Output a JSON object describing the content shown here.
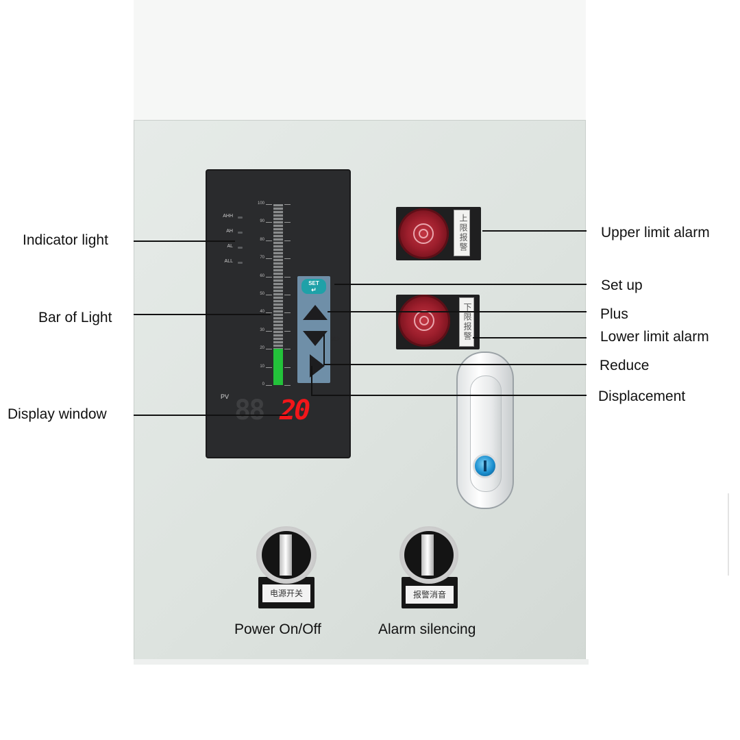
{
  "meter": {
    "indicators": [
      "AHH",
      "AH",
      "AL",
      "ALL"
    ],
    "scale": [
      "100",
      "90",
      "80",
      "70",
      "60",
      "50",
      "40",
      "30",
      "20",
      "10",
      "0"
    ],
    "bar_level_percent": 20,
    "pv_label": "PV",
    "display_dim": "88",
    "display_value": "20",
    "set_key": "SET",
    "key_label_reduce": "减少"
  },
  "alarms": {
    "upper_card": "上限报警",
    "lower_card": "下限报警",
    "light_color": "#9c1e2c"
  },
  "switches": {
    "power_plate": "电源开关",
    "alarm_plate": "报警消音"
  },
  "callouts": {
    "indicator_light": "Indicator light",
    "bar_of_light": "Bar of Light",
    "display_window": "Display window",
    "upper_limit_alarm": "Upper limit alarm",
    "set_up": "Set up",
    "plus": "Plus",
    "lower_limit_alarm": "Lower limit alarm",
    "reduce": "Reduce",
    "displacement": "Displacement",
    "power_on_off": "Power On/Off",
    "alarm_silencing": "Alarm silencing"
  },
  "colors": {
    "panel": "#dde3df",
    "meter_body": "#2a2b2d",
    "bar_green": "#23c23a",
    "digit_red": "#f2161a",
    "keypad": "#6f8fa8",
    "set_key": "#1fa1a8",
    "lock_blue": "#1b8fcf"
  }
}
